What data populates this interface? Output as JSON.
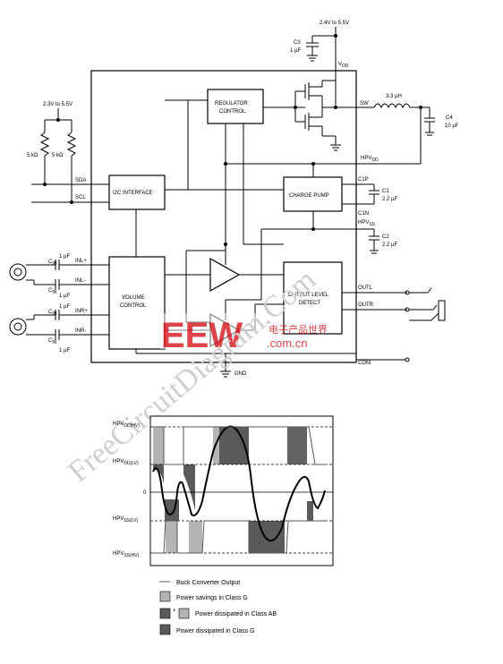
{
  "schematic": {
    "vdd_supply": "2.4V to 5.5V",
    "i2c_supply": "2.3V to 5.5V",
    "c3_name": "C3",
    "c3_value": "1 µF",
    "vdd_label": "V",
    "vdd_sub": "DD",
    "resistor1": "5 kΩ",
    "resistor2": "5 kΩ",
    "sda": "SDA",
    "scl": "SCL",
    "regulator_line1": "REGULATOR",
    "regulator_line2": "CONTROL",
    "sw": "SW",
    "inductor": "3.3 µH",
    "c4_name": "C4",
    "c4_value": "10 µF",
    "hpvdd_main": "HPV",
    "hpvdd_sub": "DD",
    "i2c_block": "I2C INTERFACE",
    "charge_pump": "CHARGE PUMP",
    "c1p": "C1P",
    "c1_name": "C1",
    "c1_value": "2.2 µF",
    "c1n": "C1N",
    "hpvss_main": "HPV",
    "hpvss_sub": "SS",
    "c2_name": "C2",
    "c2_value": "2.2 µF",
    "cin_main": "C",
    "cin_sub": "IN",
    "cin_value": "1 µF",
    "inl_plus": "INL+",
    "inl_minus": "INL-",
    "inr_plus": "INR+",
    "inr_minus": "INR-",
    "volume_line1": "VOLUME",
    "volume_line2": "CONTROL",
    "old_line1": "OUTPUT LEVEL",
    "old_line2": "DETECT",
    "outl": "OUTL",
    "outr": "OUTR",
    "com": "COM",
    "gnd": "GND",
    "watermark": "FreeCircuitDiagram.Com",
    "logo_text": "EEW",
    "logo_cn": "电子产品世界",
    "logo_url": ".com.cn"
  },
  "waveform": {
    "label_hv_top_main": "HPV",
    "label_hv_top_sub": "DD(HV)",
    "label_lv_top_main": "HPV",
    "label_lv_top_sub": "DD(LV)",
    "label_zero": "0",
    "label_lv_bot_main": "HPV",
    "label_lv_bot_sub": "SS(LV)",
    "label_hv_bot_main": "HPV",
    "label_hv_bot_sub": "SS(HV)"
  },
  "legend": {
    "buck": "Buck Converter Output",
    "savings": "Power savings in Class G",
    "plus": "+",
    "class_ab": "Power dissipated in Class AB",
    "class_g": "Power dissipated in Class G"
  },
  "colors": {
    "light_gray": "#b4b4b4",
    "dark_gray": "#5a5a5a",
    "logo_red": "#d8232a"
  }
}
